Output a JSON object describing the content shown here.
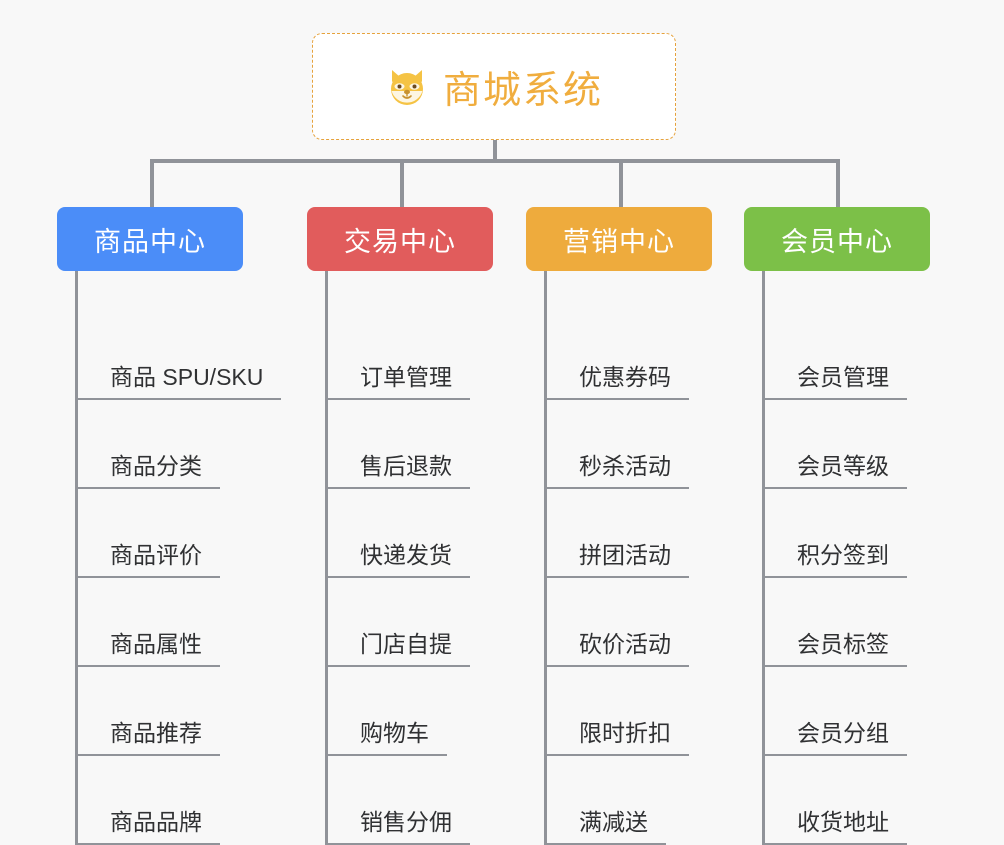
{
  "diagram": {
    "type": "mind-map",
    "background_color": "#f8f8f8",
    "root": {
      "title": "商城系统",
      "icon": "shiba-dog-face-icon",
      "text_color": "#f0ad3e",
      "border_color": "#e6a23c"
    },
    "connector_color": "#909399",
    "branches": [
      {
        "title": "商品中心",
        "color": "#4b8df8",
        "items": [
          "商品 SPU/SKU",
          "商品分类",
          "商品评价",
          "商品属性",
          "商品推荐",
          "商品品牌"
        ]
      },
      {
        "title": "交易中心",
        "color": "#e15c5c",
        "items": [
          "订单管理",
          "售后退款",
          "快递发货",
          "门店自提",
          "购物车",
          "销售分佣"
        ]
      },
      {
        "title": "营销中心",
        "color": "#eeab3d",
        "items": [
          "优惠券码",
          "秒杀活动",
          "拼团活动",
          "砍价活动",
          "限时折扣",
          "满减送"
        ]
      },
      {
        "title": "会员中心",
        "color": "#7cc048",
        "items": [
          "会员管理",
          "会员等级",
          "积分签到",
          "会员标签",
          "会员分组",
          "收货地址"
        ]
      }
    ]
  }
}
